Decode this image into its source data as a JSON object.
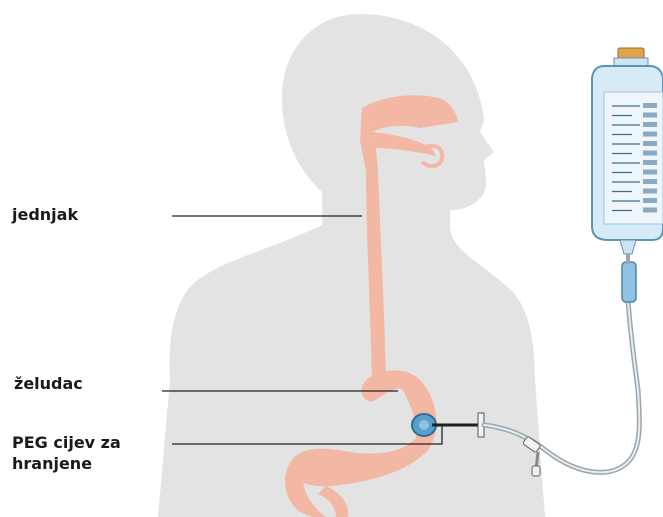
{
  "labels": {
    "esophagus": "jednjak",
    "stomach": "želudac",
    "peg_tube_line1": "PEG cijev za",
    "peg_tube_line2": "hranjene"
  },
  "bag": {
    "markings": [
      "",
      "",
      "",
      "",
      "",
      "",
      "",
      "",
      "",
      "",
      "",
      ""
    ]
  },
  "colors": {
    "body_silhouette": "#e3e3e3",
    "digestive_tract": "#f2b8a3",
    "tube": "#9aa5ad",
    "bag_fill": "#d6ebf7",
    "bag_outline": "#5f93b3",
    "cap": "#e0a24c",
    "leader_line": "#222222"
  }
}
